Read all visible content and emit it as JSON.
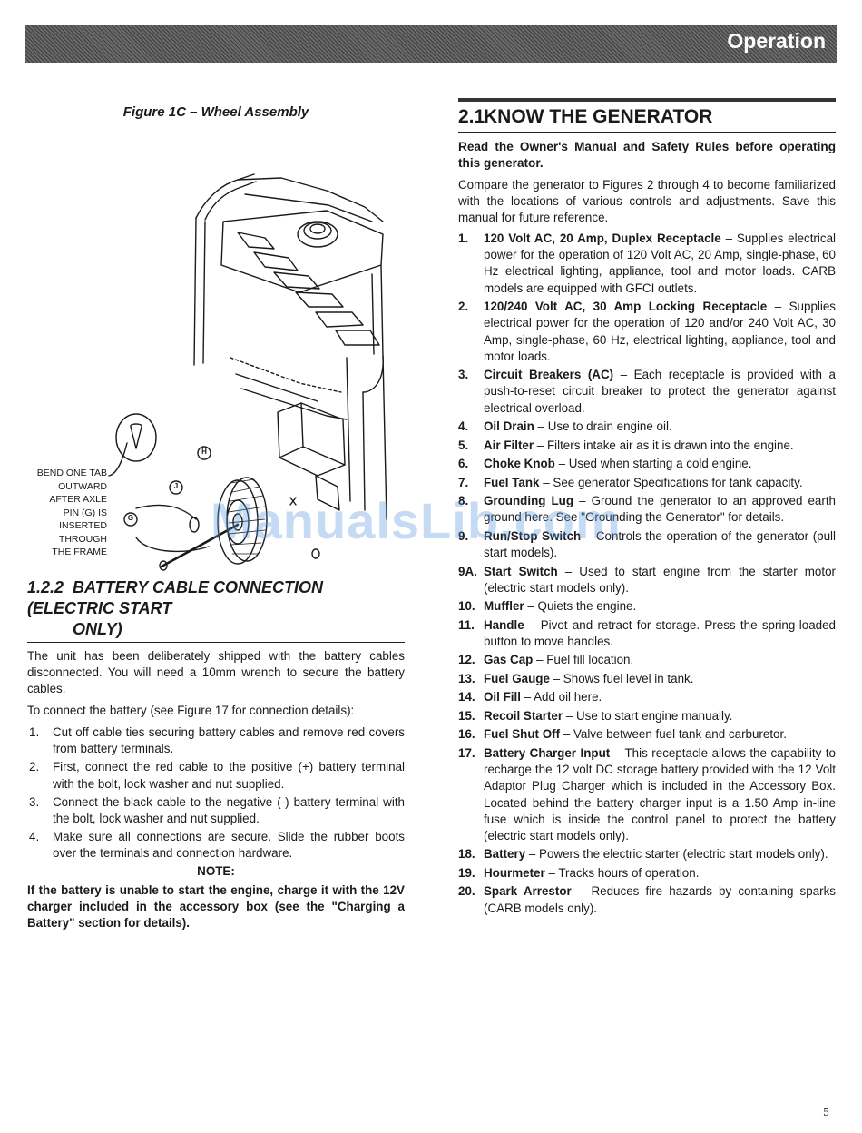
{
  "header": {
    "title": "Operation"
  },
  "figure": {
    "caption": "Figure 1C – Wheel Assembly",
    "callout": [
      "BEND ONE TAB",
      "OUTWARD",
      "AFTER AXLE",
      "PIN (G) IS",
      "INSERTED",
      "THROUGH",
      "THE FRAME"
    ],
    "labels": {
      "g": "G",
      "h": "H",
      "j": "J"
    }
  },
  "section_122": {
    "number": "1.2.2",
    "title_line1": "BATTERY CABLE CONNECTION (ELECTRIC START",
    "title_line2": "ONLY)",
    "para1": "The unit has been deliberately shipped with the battery cables disconnected. You will need a 10mm wrench to secure the battery cables.",
    "para2": "To connect the battery (see Figure 17 for connection details):",
    "steps": [
      {
        "n": "1.",
        "text": "Cut off cable ties securing battery cables and remove red covers from battery terminals."
      },
      {
        "n": "2.",
        "text": "First, connect the red cable to the positive (+) battery terminal with the bolt, lock washer and nut supplied."
      },
      {
        "n": "3.",
        "text": "Connect the black cable to the negative (-) battery terminal with the bolt, lock washer and nut supplied."
      },
      {
        "n": "4.",
        "text": "Make sure all connections are secure. Slide the rubber boots over the terminals and connection hardware."
      }
    ],
    "note_label": "NOTE:",
    "note_text": "If the battery is unable to start the engine, charge it with the 12V charger included in the accessory box (see the \"Charging a Battery\" section for details)."
  },
  "section_21": {
    "number": "2.1",
    "title": "KNOW THE GENERATOR",
    "intro_bold": "Read the Owner's Manual and Safety Rules before operating this generator.",
    "intro": "Compare the generator to Figures 2 through 4 to become familiarized with the locations of various controls and adjustments. Save this manual for future reference.",
    "items": [
      {
        "n": "1.",
        "t": "120 Volt AC, 20 Amp, Duplex Receptacle",
        "d": " – Supplies electrical power for the operation of 120 Volt AC, 20 Amp, single-phase, 60 Hz electrical lighting, appliance, tool and motor loads. CARB models are equipped with GFCI outlets."
      },
      {
        "n": "2.",
        "t": "120/240 Volt AC, 30 Amp Locking Receptacle",
        "d": " – Supplies electrical power for the operation of 120 and/or 240 Volt AC, 30 Amp, single-phase, 60 Hz, electrical lighting, appliance, tool and motor loads."
      },
      {
        "n": "3.",
        "t": "Circuit Breakers (AC)",
        "d": " – Each receptacle is provided with a push-to-reset circuit breaker to protect the generator against electrical overload."
      },
      {
        "n": "4.",
        "t": "Oil Drain",
        "d": " – Use to drain engine oil."
      },
      {
        "n": "5.",
        "t": "Air Filter",
        "d": " – Filters intake air as it is drawn into the engine."
      },
      {
        "n": "6.",
        "t": "Choke Knob",
        "d": " – Used when starting a cold engine."
      },
      {
        "n": "7.",
        "t": "Fuel Tank",
        "d": " – See generator Specifications for tank capacity."
      },
      {
        "n": "8.",
        "t": "Grounding Lug",
        "d": " – Ground the generator to an approved earth ground here. See \"Grounding the Generator\" for details."
      },
      {
        "n": "9.",
        "t": "Run/Stop Switch",
        "d": " – Controls the operation of the generator (pull start models)."
      },
      {
        "n": "9A.",
        "t": "Start Switch",
        "d": " – Used to start engine from the starter motor (electric start models only)."
      },
      {
        "n": "10.",
        "t": "Muffler",
        "d": " – Quiets the engine."
      },
      {
        "n": "11.",
        "t": "Handle",
        "d": " – Pivot and retract for storage. Press the spring-loaded button to move handles."
      },
      {
        "n": "12.",
        "t": "Gas Cap",
        "d": " – Fuel fill location."
      },
      {
        "n": "13.",
        "t": "Fuel Gauge",
        "d": " – Shows fuel level in tank."
      },
      {
        "n": "14.",
        "t": "Oil Fill",
        "d": " – Add oil here."
      },
      {
        "n": "15.",
        "t": "Recoil Starter",
        "d": " – Use to start engine manually."
      },
      {
        "n": "16.",
        "t": "Fuel Shut Off",
        "d": " – Valve between fuel tank and carburetor."
      },
      {
        "n": "17.",
        "t": "Battery Charger Input",
        "d": " – This receptacle allows the capability to recharge the 12 volt DC storage battery provided with the 12 Volt Adaptor Plug Charger which is included in the Accessory Box. Located behind the battery charger input is a 1.50 Amp in-line fuse which is inside the control panel to protect the battery (electric start models only)."
      },
      {
        "n": "18.",
        "t": "Battery",
        "d": " – Powers the electric starter (electric start models only)."
      },
      {
        "n": "19.",
        "t": "Hourmeter",
        "d": " – Tracks hours of operation."
      },
      {
        "n": "20.",
        "t": "Spark Arrestor",
        "d": " – Reduces fire hazards by containing sparks (CARB models only)."
      }
    ]
  },
  "watermark": "ManualsLib.com",
  "page_number": "5"
}
